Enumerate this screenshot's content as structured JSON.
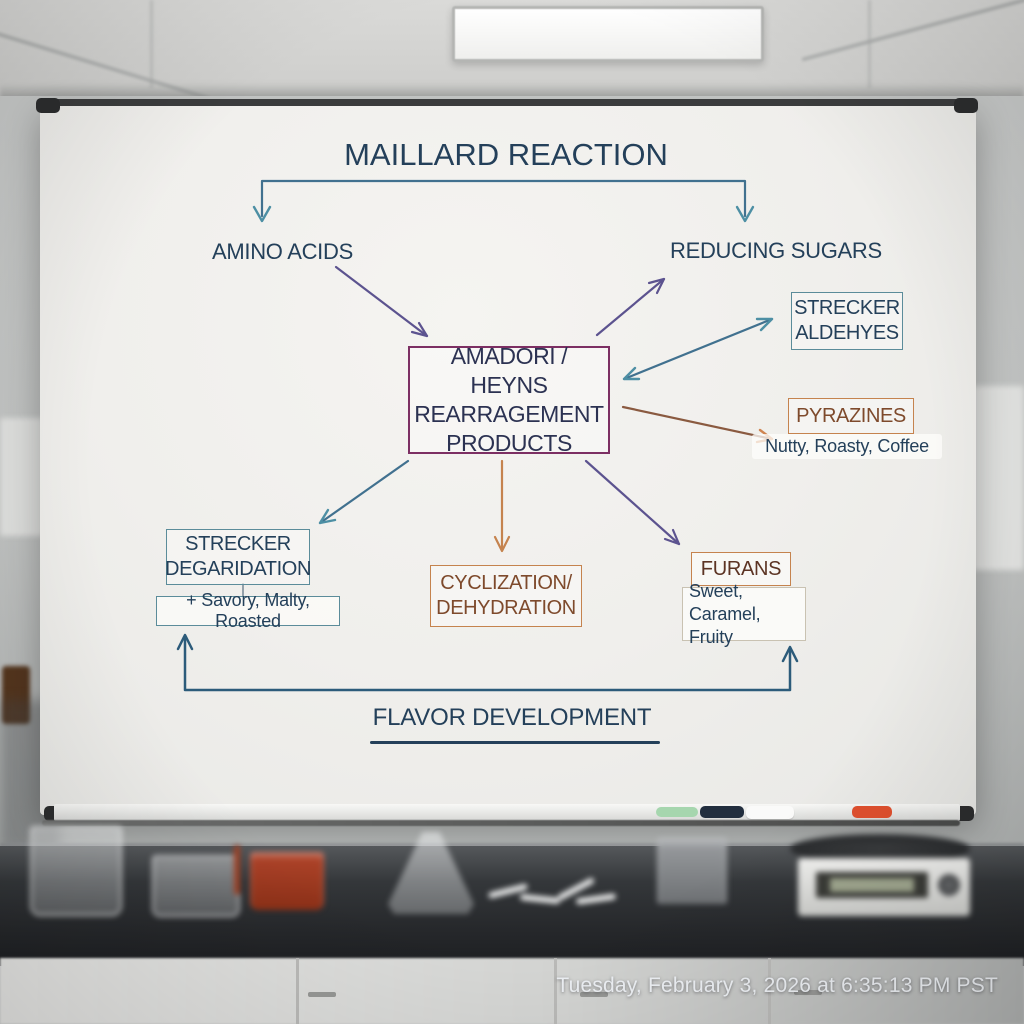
{
  "photo": {
    "timestamp": "Tuesday, February 3, 2026 at 6:35:13 PM PST"
  },
  "diagram": {
    "title": "MAILLARD REACTION",
    "amino_acids": "AMINO ACIDS",
    "reducing_sugars": "REDUCING SUGARS",
    "amadori": {
      "line1": "AMADORI / HEYNS",
      "line2": "REARRAGEMENT",
      "line3": "PRODUCTS"
    },
    "strecker_aldehydes": {
      "line1": "STRECKER",
      "line2": "ALDEHYES"
    },
    "pyrazines": {
      "label": "PYRAZINES",
      "flavors": "Nutty, Roasty, Coffee"
    },
    "strecker_degradation": {
      "line1": "STRECKER",
      "line2": "DEGARIDATION",
      "flavors": "+ Savory, Malty, Roasted"
    },
    "cyclization": {
      "line1": "CYCLIZATION/",
      "line2": "DEHYDRATION"
    },
    "furans": {
      "label": "FURANS",
      "flavors_line1": "Sweet, Caramel,",
      "flavors_line2": "Fruity"
    },
    "flavor_development": "FLAVOR DEVELOPMENT"
  },
  "colors": {
    "navy": "#24405a",
    "ink": "#2c3252",
    "purple": "#7c2f63",
    "violet": "#5c538f",
    "teal": "#4d8fa4",
    "tealBorder": "#5b8c9a",
    "steel": "#41718f",
    "steelDark": "#2c5b7a",
    "orange": "#c5834e",
    "brown": "#7e4a2c",
    "brownDark": "#5c3424"
  }
}
